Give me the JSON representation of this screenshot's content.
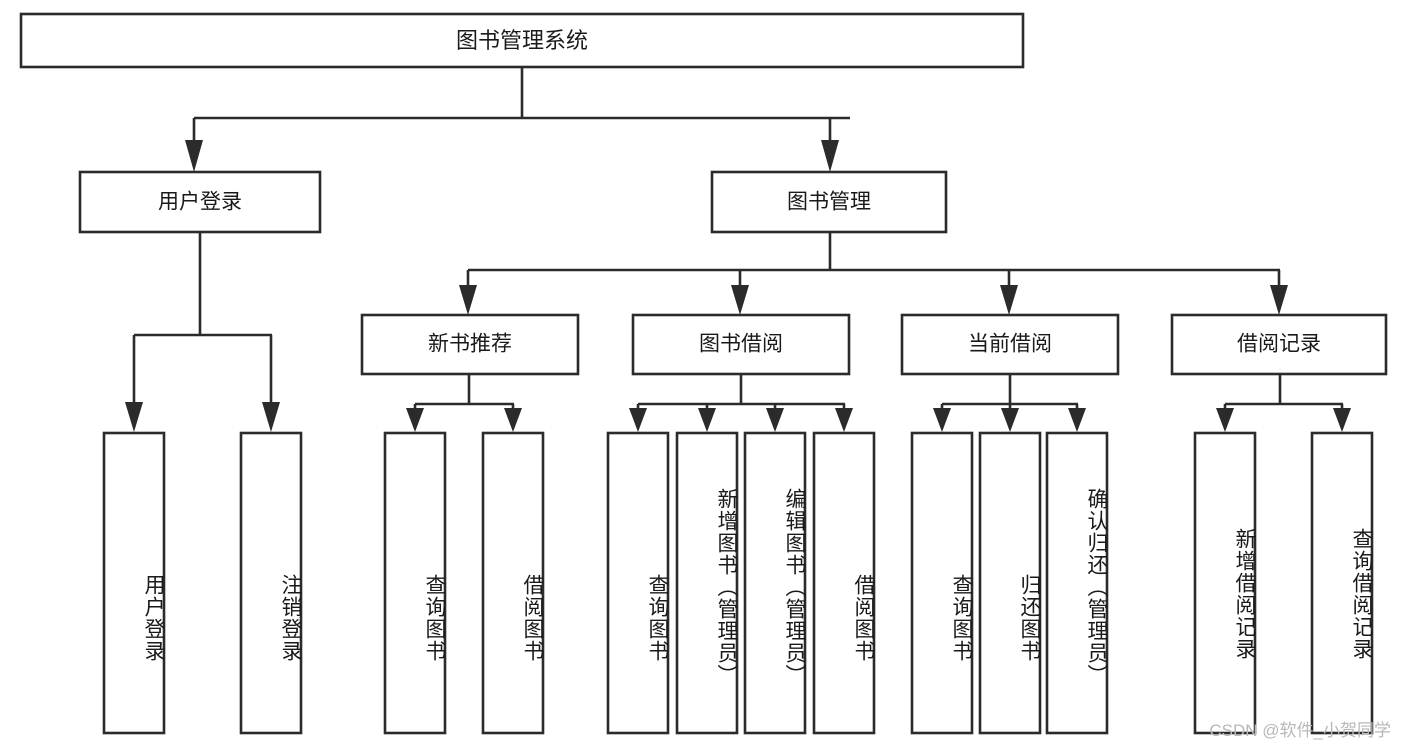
{
  "diagram": {
    "type": "tree",
    "title": "图书管理系统",
    "watermark": "CSDN @软件_小贺同学",
    "colors": {
      "box_stroke": "#2b2b2b",
      "box_fill": "#ffffff",
      "text": "#1a1a1a",
      "background": "#ffffff",
      "watermark": "#b8b8b8"
    },
    "levels": {
      "root": {
        "label": "图书管理系统"
      },
      "level2": [
        {
          "label": "用户登录"
        },
        {
          "label": "图书管理"
        }
      ],
      "level3": [
        {
          "label": "新书推荐"
        },
        {
          "label": "图书借阅"
        },
        {
          "label": "当前借阅"
        },
        {
          "label": "借阅记录"
        }
      ],
      "leaves": {
        "user_login": [
          {
            "label": "用户登录"
          },
          {
            "label": "注销登录"
          }
        ],
        "new_book_recommend": [
          {
            "label": "查询图书"
          },
          {
            "label": "借阅图书"
          }
        ],
        "book_borrow": [
          {
            "label": "查询图书"
          },
          {
            "label": "新增图书（管理员）"
          },
          {
            "label": "编辑图书（管理员）"
          },
          {
            "label": "借阅图书"
          }
        ],
        "current_borrow": [
          {
            "label": "查询图书"
          },
          {
            "label": "归还图书"
          },
          {
            "label": "确认归还（管理员）"
          }
        ],
        "borrow_record": [
          {
            "label": "新增借阅记录"
          },
          {
            "label": "查询借阅记录"
          }
        ]
      }
    }
  }
}
